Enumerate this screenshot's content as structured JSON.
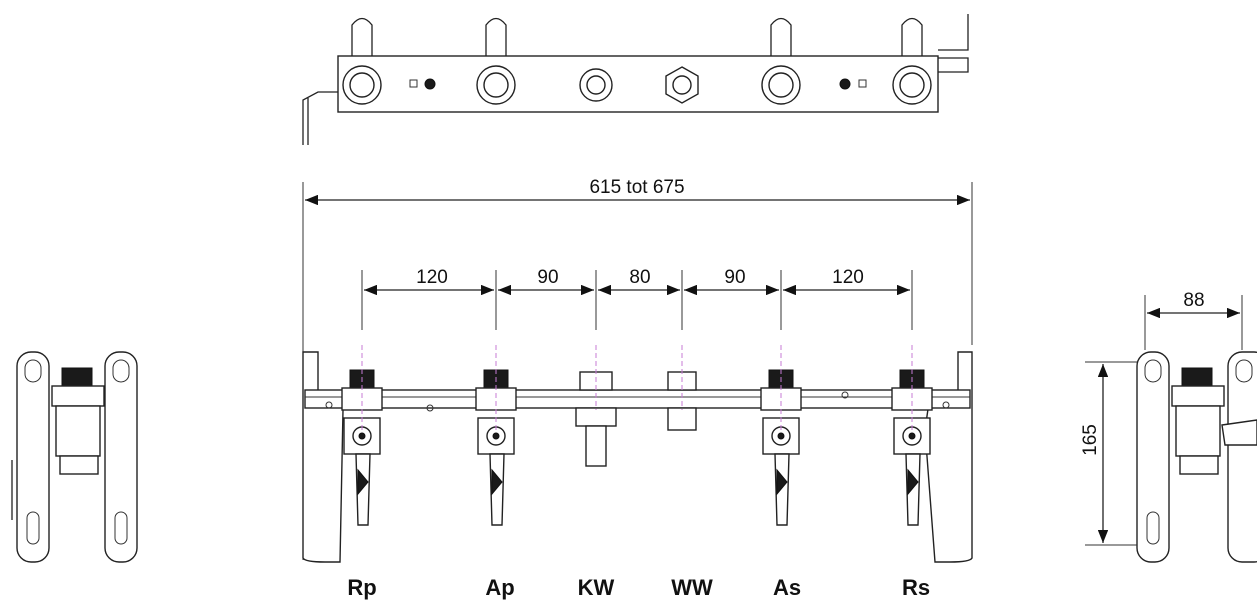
{
  "dimensions": {
    "overall": "615 tot 675",
    "spacings": [
      "120",
      "90",
      "80",
      "90",
      "120"
    ],
    "side_width": "88",
    "side_height": "165"
  },
  "connections": [
    "Rp",
    "Ap",
    "KW",
    "WW",
    "As",
    "Rs"
  ]
}
